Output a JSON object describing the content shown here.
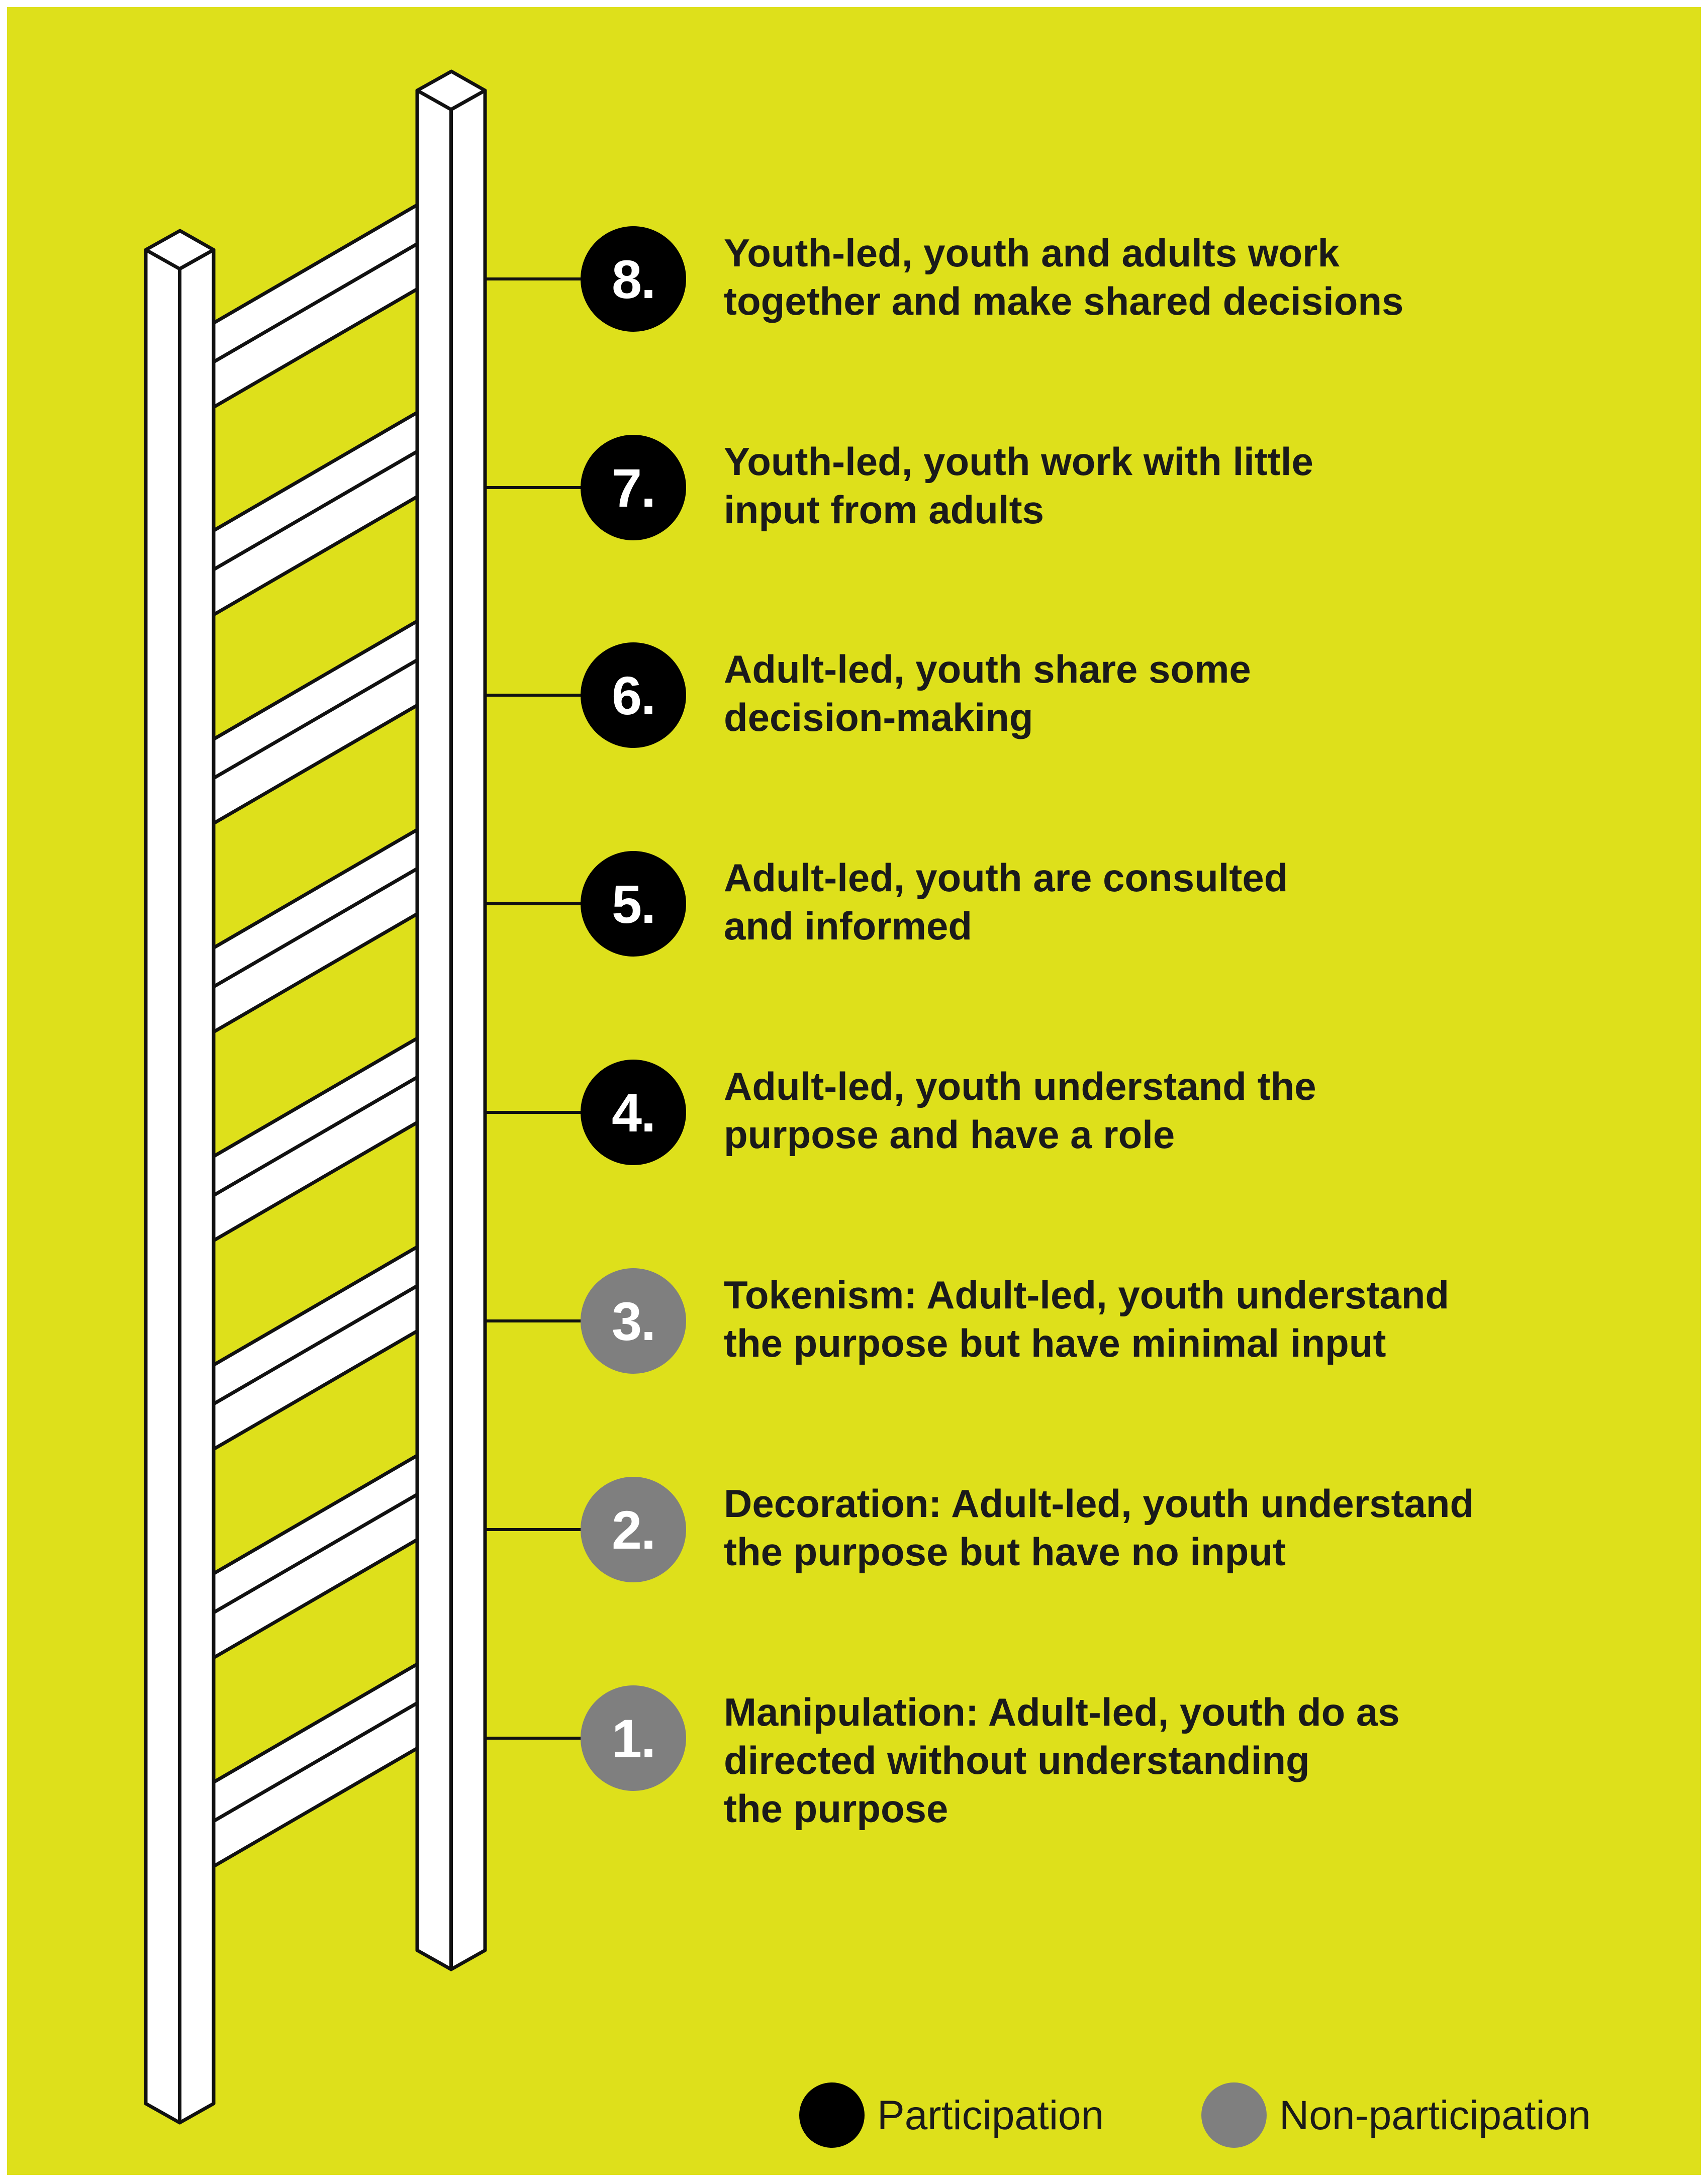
{
  "colors": {
    "background": "#dee01b",
    "participation": "#000000",
    "non_participation": "#7f7f7f",
    "ladder_fill": "#ffffff",
    "ladder_stroke": "#111111"
  },
  "rungs": [
    {
      "number": "8.",
      "type": "participation",
      "text": "Youth-led, youth and adults work\ntogether and make shared decisions"
    },
    {
      "number": "7.",
      "type": "participation",
      "text": "Youth-led, youth work with little\ninput from adults"
    },
    {
      "number": "6.",
      "type": "participation",
      "text": "Adult-led, youth share some\ndecision-making"
    },
    {
      "number": "5.",
      "type": "participation",
      "text": "Adult-led, youth are consulted\nand informed"
    },
    {
      "number": "4.",
      "type": "participation",
      "text": "Adult-led, youth understand the\npurpose and have a role"
    },
    {
      "number": "3.",
      "type": "non-participation",
      "text": "Tokenism: Adult-led, youth understand\nthe purpose but have minimal input"
    },
    {
      "number": "2.",
      "type": "non-participation",
      "text": "Decoration: Adult-led, youth understand\nthe purpose but have no input"
    },
    {
      "number": "1.",
      "type": "non-participation",
      "text": "Manipulation: Adult-led, youth do as\ndirected without understanding\nthe purpose"
    }
  ],
  "legend": {
    "participation_label": "Participation",
    "non_participation_label": "Non-participation"
  }
}
